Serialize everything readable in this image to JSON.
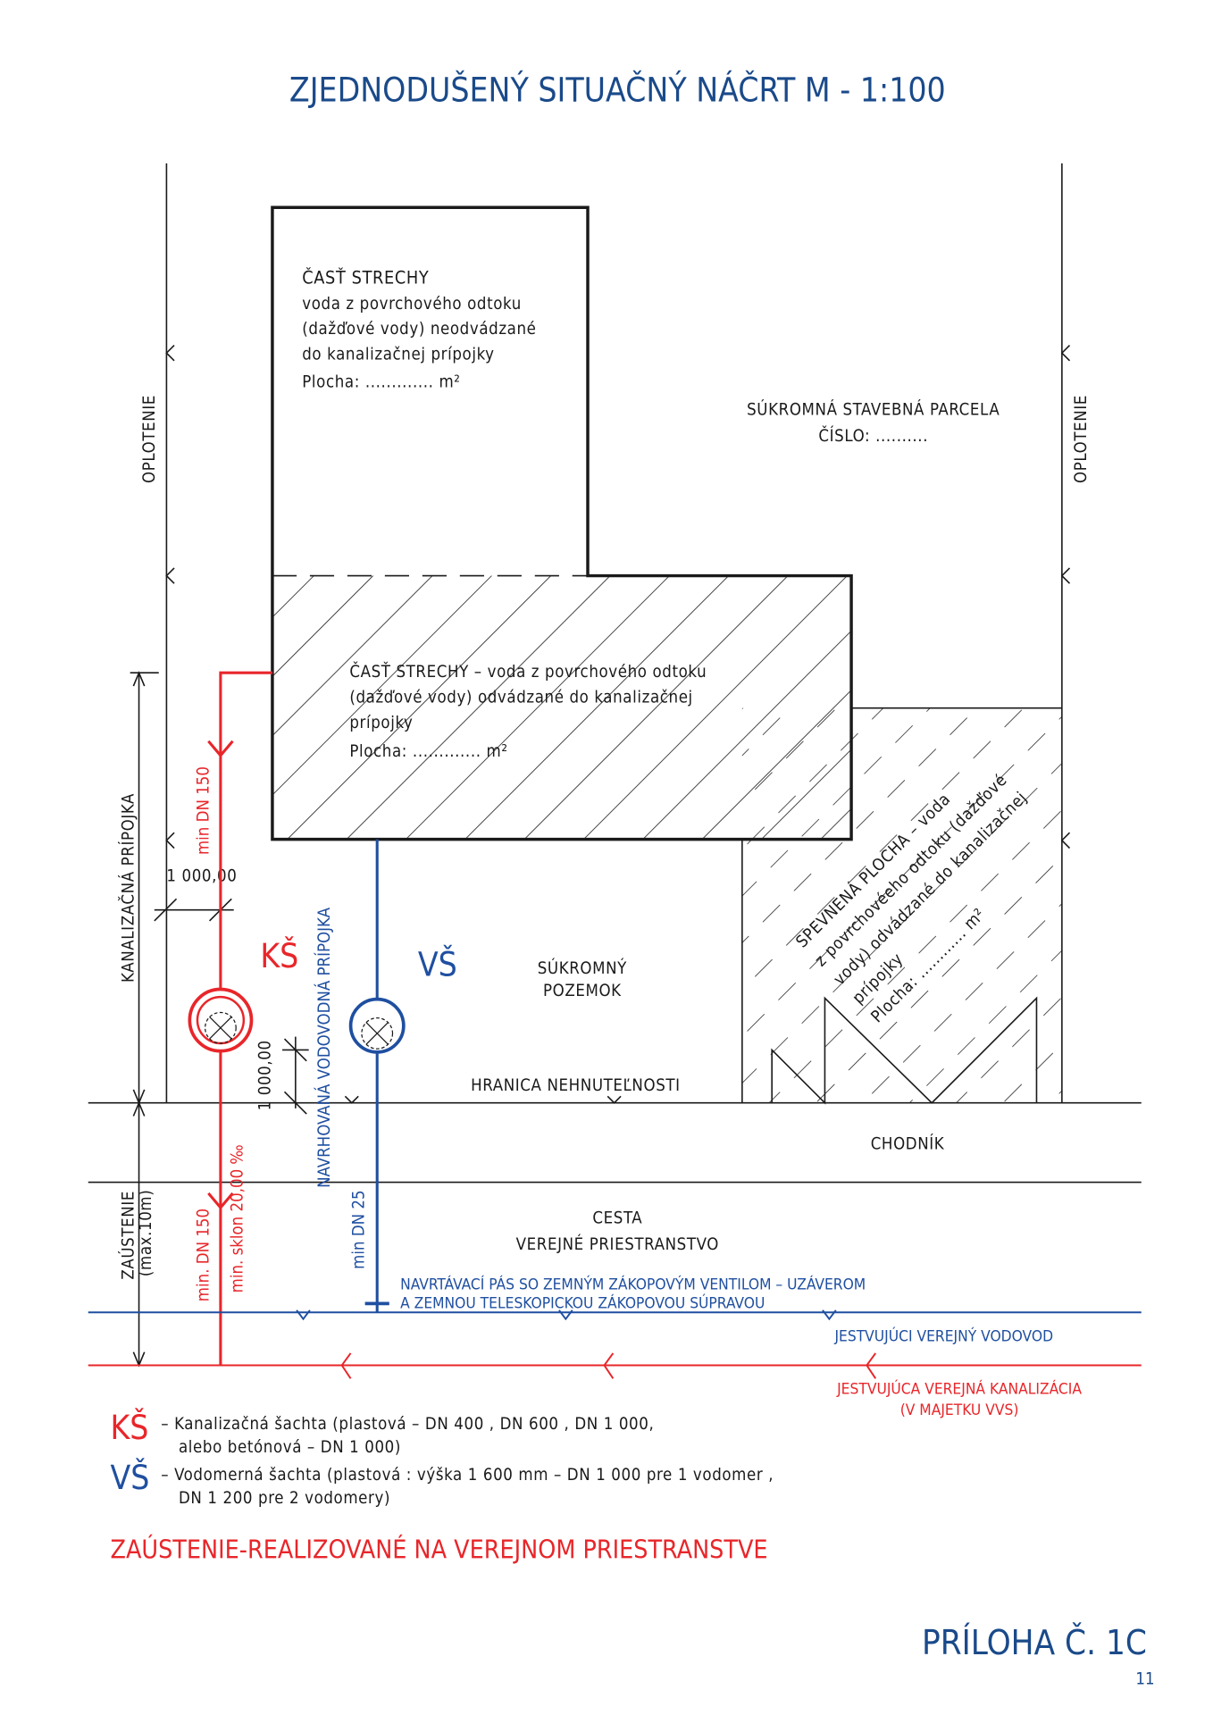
{
  "title": "ZJEDNODUŠENÝ SITUAČNÝ NÁČRT M - 1:100",
  "fence_label": "OPLOTENIE",
  "roof_unconnected": {
    "heading": "ČASŤ STRECHY",
    "lines": [
      "voda z povrchového odtoku",
      "(dažďové vody) neodvádzané",
      "do kanalizačnej prípojky",
      "Plocha: ............. m²"
    ]
  },
  "parcel": {
    "line1": "SÚKROMNÁ STAVEBNÁ PARCELA",
    "line2": "ČÍSLO:  .........."
  },
  "roof_connected": {
    "lines": [
      "ČASŤ STRECHY – voda z povrchového odtoku",
      "(dažďové vody) odvádzané  do kanalizačnej",
      "prípojky",
      "Plocha: ............. m²"
    ]
  },
  "paved_area": {
    "lines": [
      "SPEVNENÁ PLOCHA – voda",
      "z povrchovéeho odtoku (dažďové",
      "vody) odvádzané do kanalizačnej",
      "prípojky",
      "Plocha: ............ m²"
    ]
  },
  "labels": {
    "sewer_connection": "KANALIZAČNÁ PRÍPOJKA",
    "outfall": "ZAÚSTENIE",
    "outfall_max": "(max.10m)",
    "dim1": "1 000,00",
    "dim2": "1 000,00",
    "min_dn150_top": "min  DN 150",
    "min_dn150_bottom": "min.  DN 150",
    "slope": "min. sklon  20,00 ‰",
    "ks": "KŠ",
    "vs": "VŠ",
    "water_connection": "NAVRHOVANÁ  VODOVODNÁ  PRÍPOJKA",
    "min_dn25": "min  DN 25",
    "private_land_1": "SÚKROMNÝ",
    "private_land_2": "POZEMOK",
    "property_border": "HRANICA NEHNUTEĽNOSTI",
    "sidewalk": "CHODNÍK",
    "road_1": "CESTA",
    "road_2": "VEREJNÉ PRIESTRANSTVO",
    "tapping_1": "NAVRTÁVACÍ PÁS SO ZEMNÝM ZÁKOPOVÝM VENTILOM – UZÁVEROM",
    "tapping_2": "A ZEMNOU TELESKOPICKOU ZÁKOPOVOU SÚPRAVOU",
    "water_main": "JESTVUJÚCI  VEREJNÝ  VODOVOD",
    "sewer_main_1": "JESTVUJÚCA  VEREJNÁ  KANALIZÁCIA",
    "sewer_main_2": "(V MAJETKU VVS)"
  },
  "legend": [
    {
      "symbol": "KŠ",
      "line1": "–  Kanalizačná šachta (plastová – DN 400 , DN 600 , DN 1 000,",
      "line2": "alebo betónová – DN 1 000)"
    },
    {
      "symbol": "VŠ",
      "line1": "–  Vodomerná šachta (plastová : výška 1 600 mm – DN 1 000 pre 1  vodomer ,",
      "line2": "DN 1 200 pre 2 vodomery)"
    }
  ],
  "note": "ZAÚSTENIE-REALIZOVANÉ NA VEREJNOM PRIESTRANSTVE",
  "appendix": "PRÍLOHA Č. 1C",
  "page_number": "11",
  "colors": {
    "blue": "#1f4fa0",
    "red": "#e8262a",
    "title_blue": "#1a4a8a"
  }
}
